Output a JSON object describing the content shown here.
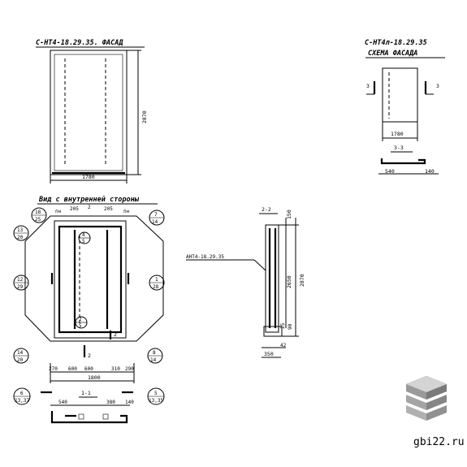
{
  "facade": {
    "title": "С-НТ4-18.29.35. ФАСАД",
    "width": "1780",
    "height": "2870"
  },
  "scheme": {
    "title1": "С-НТ4л-18.29.35",
    "title2": "СХЕМА ФАСАДА",
    "width": "1780",
    "cut_left": "3",
    "cut_right": "3",
    "section_label": "3-3",
    "dim_a": "540",
    "dim_b": "140"
  },
  "inner": {
    "title": "Вид с внутренней стороны",
    "top_pn_left": "пн",
    "top_pn_right": "пн",
    "dim_top_left": "205",
    "dim_top_right": "205",
    "dim_top_mid": "2",
    "node_top_num": "4",
    "node_top_den": "5",
    "node_bottom_num": "2",
    "node_bottom_den": "5",
    "mark_2_left": "2",
    "mark_2_right": "2",
    "bottom_dims": [
      "270",
      "600",
      "600",
      "310",
      "290"
    ],
    "total_width": "1800",
    "callouts": {
      "c18_25": {
        "num": "18",
        "den": "25"
      },
      "c7_14": {
        "num": "7",
        "den": "14"
      },
      "c13_20": {
        "num": "13",
        "den": "20"
      },
      "c12_29": {
        "num": "12",
        "den": "29"
      },
      "c1_28": {
        "num": "1",
        "den": "28"
      },
      "c14_20": {
        "num": "14",
        "den": "20"
      },
      "c8_14": {
        "num": "8",
        "den": "14"
      },
      "c6_1337": {
        "num": "6",
        "den": "13,37"
      },
      "c5_1335": {
        "num": "5",
        "den": "13,35"
      }
    }
  },
  "section11": {
    "label": "1-1",
    "dim_540": "540",
    "dim_380": "380",
    "dim_140": "140"
  },
  "section22": {
    "label": "2-2",
    "leader": "АНТ4-18.29.35",
    "dim_150": "150",
    "dim_2650": "2650",
    "dim_2870": "2870",
    "dim_25": "25",
    "dim_90": "90",
    "dim_42": "42",
    "dim_350": "350"
  },
  "watermark": {
    "text": "gbi22.ru"
  }
}
